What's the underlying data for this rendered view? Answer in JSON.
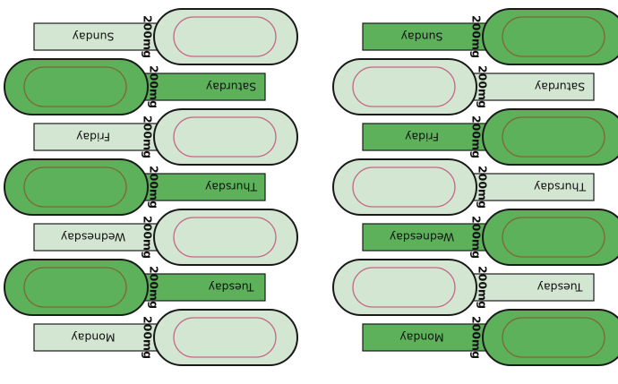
{
  "colors": {
    "dark_green": "#5cb15a",
    "light_green": "#d3e6d1",
    "outline": "#1a1a1a",
    "pill_line_light": "#c46a8a",
    "pill_line_dark": "#7a6a3a",
    "background": "#ffffff"
  },
  "icons": {
    "pill": "rounded-capsule"
  },
  "cards": [
    {
      "name": "card-left",
      "rows": [
        {
          "day": "Sunday",
          "dose": "200mg",
          "tab_color": "light",
          "pill_side": "right",
          "pill_color": "light"
        },
        {
          "day": "Saturday",
          "dose": "200mg",
          "tab_color": "dark",
          "pill_side": "left",
          "pill_color": "dark"
        },
        {
          "day": "Friday",
          "dose": "200mg",
          "tab_color": "light",
          "pill_side": "right",
          "pill_color": "light"
        },
        {
          "day": "Thursday",
          "dose": "200mg",
          "tab_color": "dark",
          "pill_side": "left",
          "pill_color": "dark"
        },
        {
          "day": "Wednesday",
          "dose": "200mg",
          "tab_color": "light",
          "pill_side": "right",
          "pill_color": "light"
        },
        {
          "day": "Tuesday",
          "dose": "200mg",
          "tab_color": "dark",
          "pill_side": "left",
          "pill_color": "dark"
        },
        {
          "day": "Monday",
          "dose": "200mg",
          "tab_color": "light",
          "pill_side": "right",
          "pill_color": "light"
        }
      ]
    },
    {
      "name": "card-right",
      "rows": [
        {
          "day": "Sunday",
          "dose": "200mg",
          "tab_color": "dark",
          "pill_side": "right",
          "pill_color": "dark"
        },
        {
          "day": "Saturday",
          "dose": "200mg",
          "tab_color": "light",
          "pill_side": "left",
          "pill_color": "light"
        },
        {
          "day": "Friday",
          "dose": "200mg",
          "tab_color": "dark",
          "pill_side": "right",
          "pill_color": "dark"
        },
        {
          "day": "Thursday",
          "dose": "200mg",
          "tab_color": "light",
          "pill_side": "left",
          "pill_color": "light"
        },
        {
          "day": "Wednesday",
          "dose": "200mg",
          "tab_color": "dark",
          "pill_side": "right",
          "pill_color": "dark"
        },
        {
          "day": "Tuesday",
          "dose": "200mg",
          "tab_color": "light",
          "pill_side": "left",
          "pill_color": "light"
        },
        {
          "day": "Monday",
          "dose": "200mg",
          "tab_color": "dark",
          "pill_side": "right",
          "pill_color": "dark"
        }
      ]
    }
  ]
}
